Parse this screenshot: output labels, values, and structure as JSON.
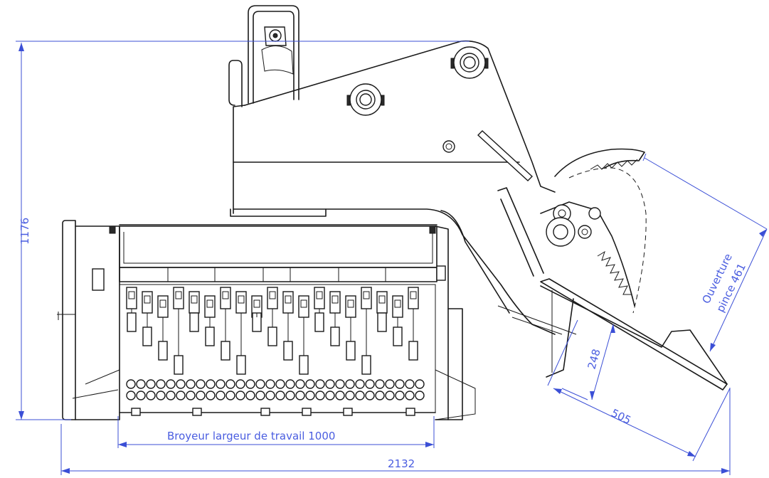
{
  "dimensions": {
    "height_total": "1176",
    "width_total": "2132",
    "working_width": "Broyeur largeur de travail 1000",
    "jaw_length": "505",
    "jaw_depth": "248",
    "clamp_opening_line1": "Ouverture",
    "clamp_opening_line2": "pince 461"
  },
  "colors": {
    "dimension": "#3b4fd6",
    "line": "#1a1a1a",
    "background": "#ffffff"
  }
}
